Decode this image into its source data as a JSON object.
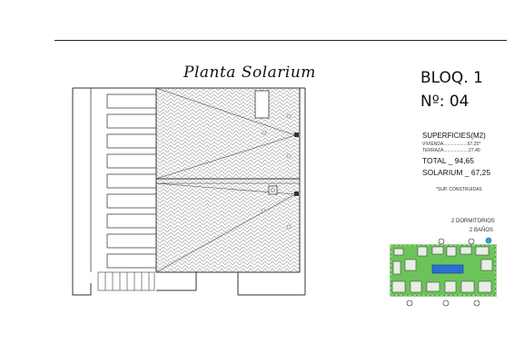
{
  "plan": {
    "title": "Planta Solarium"
  },
  "block": {
    "bloque": "BLOQ. 1",
    "numero": "Nº:  04"
  },
  "surfaces": {
    "heading": "SUPERFICIES(M2)",
    "vivienda": "VIVIENDA...................67,25*",
    "terraza": "TERRAZA....................27,40",
    "total": "TOTAL  _  94,65",
    "solarium": "SOLARIUM  _  67,25",
    "note": "*SUP. CONSTRUIDAS"
  },
  "unit_type": {
    "dormitorios": "2 DORMITORIOS",
    "banos": "2 BAÑOS"
  },
  "colors": {
    "line": "#333333",
    "site_green": "#6cc35a",
    "pool_blue": "#2b6fd6",
    "marker": "#3aa0c8"
  },
  "icons": [
    "stair-icon",
    "vent-icon",
    "drain-icon",
    "location-marker-icon"
  ]
}
